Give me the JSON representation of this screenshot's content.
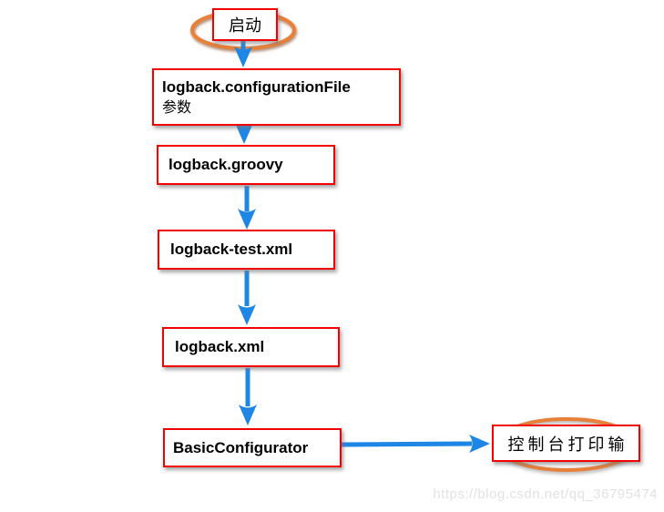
{
  "watermark": "https://blog.csdn.net/qq_36795474",
  "colors": {
    "background": "#ffffff",
    "box_border": "#f30000",
    "box_fill": "#ffffff",
    "arrow": "#1e87e6",
    "terminator_ellipse": "#e8803a",
    "text": "#000000",
    "watermark_text": "#e2e2e2"
  },
  "nodes": [
    {
      "id": "start",
      "type": "terminator",
      "label": "启动"
    },
    {
      "id": "configuration-file",
      "type": "process",
      "label": "logback.configurationFile",
      "sublabel": "参数"
    },
    {
      "id": "logback-groovy",
      "type": "process",
      "label": "logback.groovy"
    },
    {
      "id": "logback-test-xml",
      "type": "process",
      "label": "logback-test.xml"
    },
    {
      "id": "logback-xml",
      "type": "process",
      "label": "logback.xml"
    },
    {
      "id": "basic-configurator",
      "type": "process",
      "label": "BasicConfigurator"
    },
    {
      "id": "console-output",
      "type": "terminator",
      "label": "控制台打印输"
    }
  ],
  "edges": [
    {
      "from": "start",
      "to": "configuration-file",
      "direction": "down"
    },
    {
      "from": "configuration-file",
      "to": "logback-groovy",
      "direction": "down"
    },
    {
      "from": "logback-groovy",
      "to": "logback-test-xml",
      "direction": "down"
    },
    {
      "from": "logback-test-xml",
      "to": "logback-xml",
      "direction": "down"
    },
    {
      "from": "logback-xml",
      "to": "basic-configurator",
      "direction": "down"
    },
    {
      "from": "basic-configurator",
      "to": "console-output",
      "direction": "right"
    }
  ]
}
